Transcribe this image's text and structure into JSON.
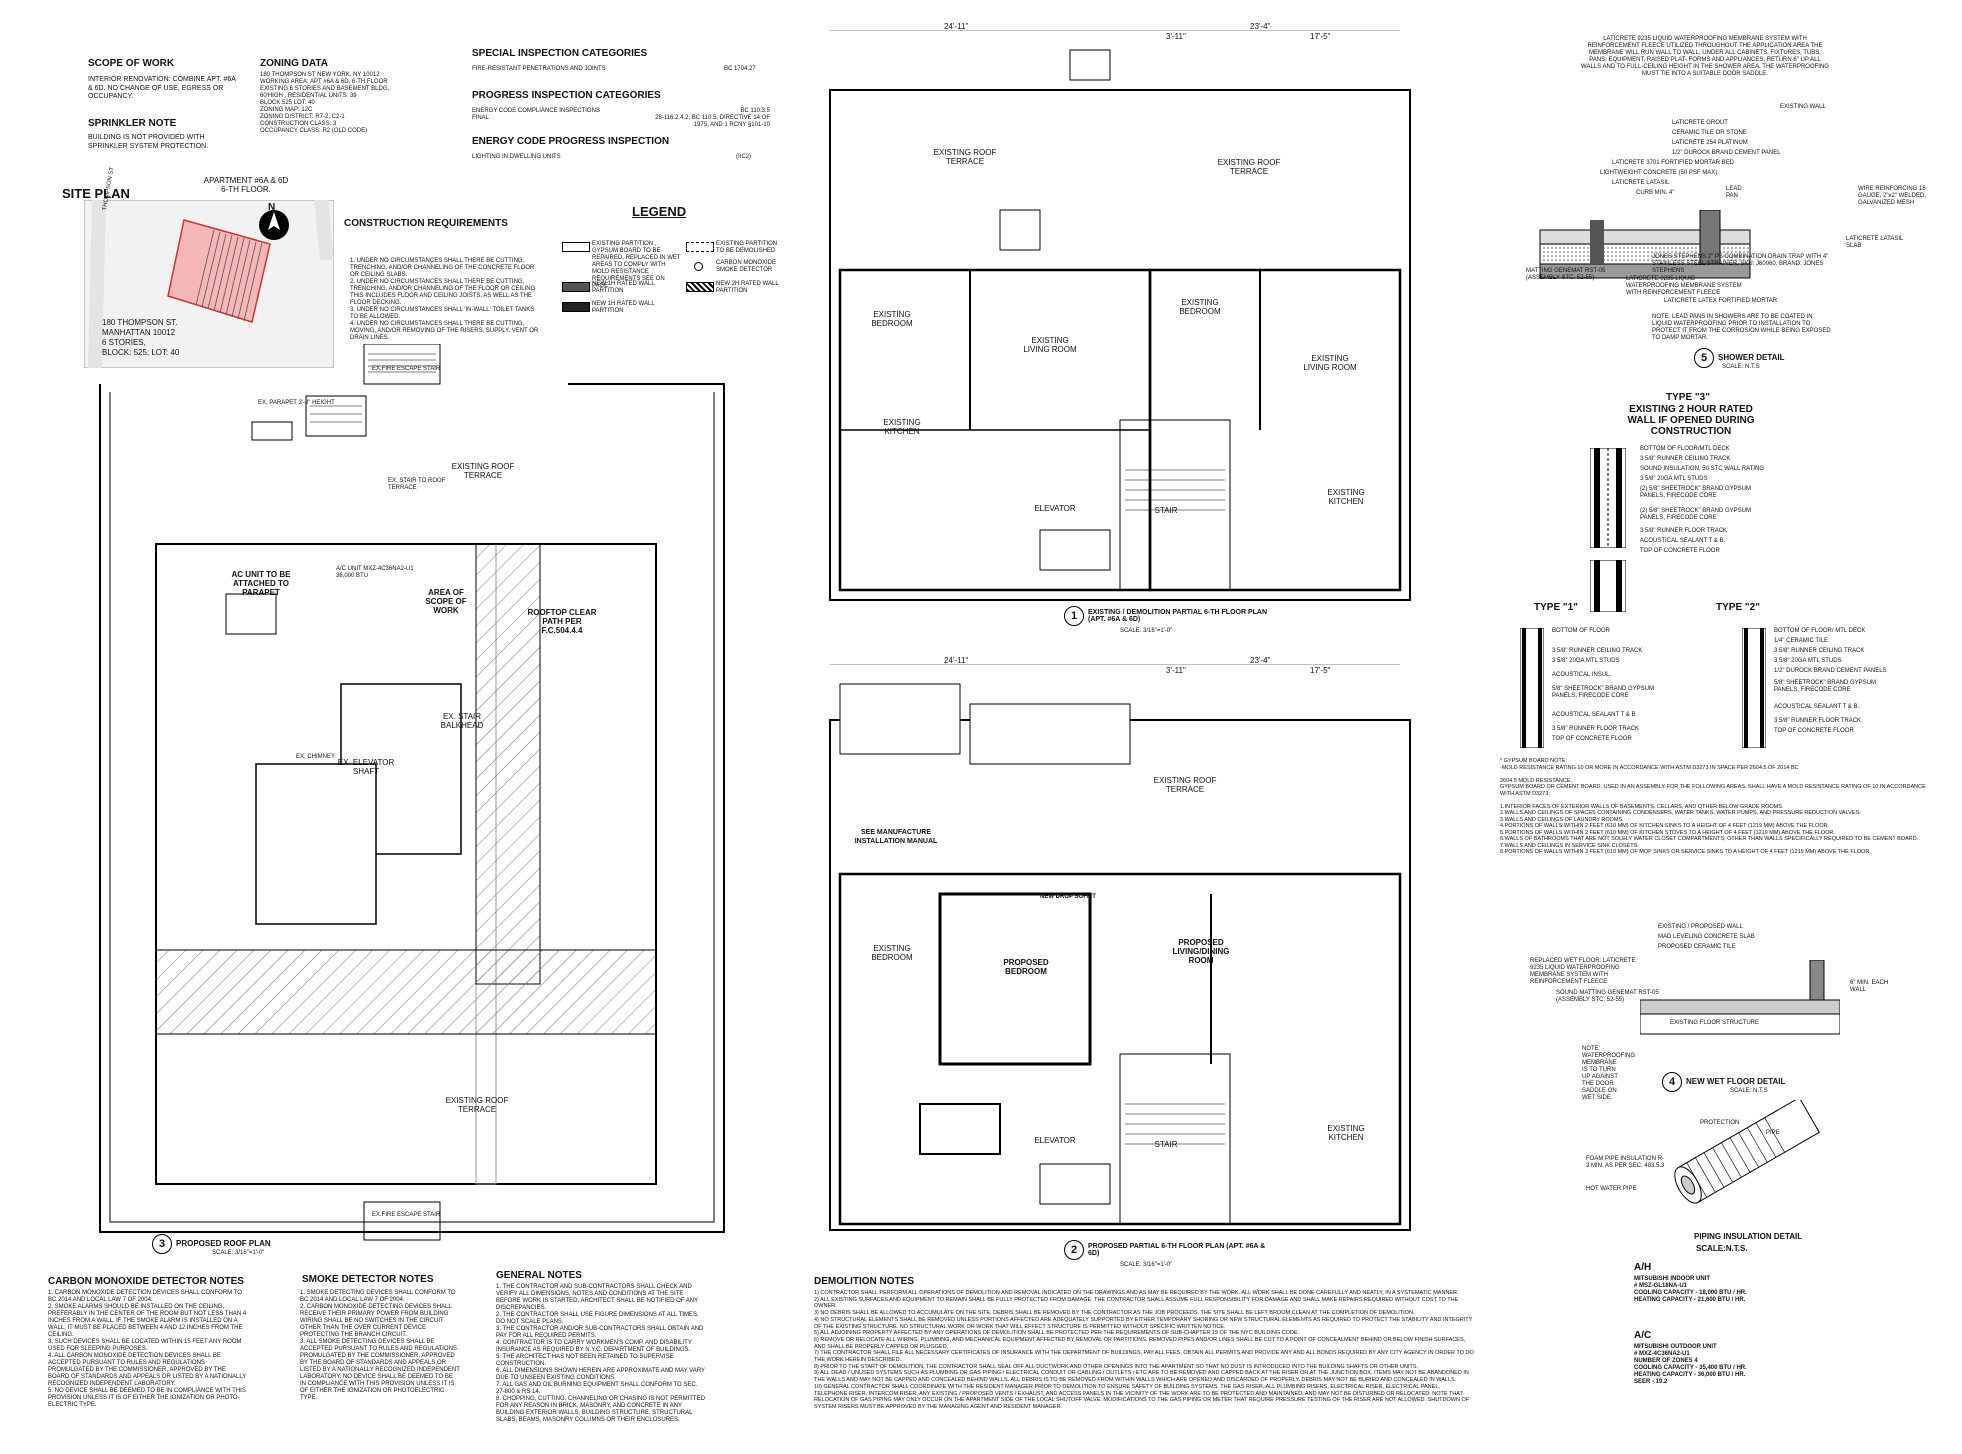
{
  "scope": {
    "title": "SCOPE OF WORK",
    "text": "INTERIOR RENOVATION: COMBINE APT. #6A & 6D. NO CHANGE OF USE, EGRESS OR OCCUPANCY.",
    "sprinkler_title": "SPRINKLER NOTE",
    "sprinkler_text": "BUILDING IS NOT PROVIDED WITH SPRINKLER SYSTEM PROTECTION."
  },
  "zoning": {
    "title": "ZONING DATA",
    "lines": "180 THOMPSON ST NEW YORK, NY 10012\nWORKING AREA: APT #6A & 6D, 6-TH FLOOR\nEXISTING 6 STORIES AND BASEMENT BLDG, 60'HIGH , RESIDENTIAL UNITS: 39\nBLOCK 525 LOT: 40\nZONING MAP: 12C\nZONING DISTRICT: R7-2, C2-1\nCONSTRUCTION CLASS: 3\nOCCUPANCY CLASS: R2 (OLD CODE)"
  },
  "special": {
    "title": "SPECIAL INSPECTION CATEGORIES",
    "item": "FIRE-RESISTANT PENETRATIONS AND JOINTS",
    "code": "BC 1704.27",
    "progress_title": "PROGRESS INSPECTION CATEGORIES",
    "progress_items": "ENERGY CODE COMPLIANCE INSPECTIONS\nFINAL",
    "progress_codes": "BC 110.3.5\n28-116.2.4.2, BC 110.5, DIRECTIVE 14 OF 1975, AND 1 RCNY §101-10",
    "energy_title": "ENERGY CODE PROGRESS INSPECTION",
    "energy_item": "LIGHTING IN DWELLING UNITS",
    "energy_code": "(IIC2)"
  },
  "site": {
    "title": "SITE PLAN",
    "apt": "APARTMENT #6A & 6D\n6-TH FLOOR.",
    "address": "180 THOMPSON ST.\nMANHATTAN 10012\n6 STORIES,\nBLOCK: 525; LOT: 40",
    "street": "THOMPSON ST",
    "north": "N"
  },
  "construction": {
    "title": "CONSTRUCTION REQUIREMENTS",
    "text": "1. UNDER NO CIRCUMSTANCES SHALL THERE BE CUTTING, TRENCHING, AND/OR CHANNELING OF THE CONCRETE FLOOR OR CEILING SLABS.\n2. UNDER NO CIRCUMSTANCES SHALL THERE BE CUTTING, TRENCHING, AND/OR CHANNELING OF THE FLOOR OR CEILING THIS INCLUDES FLOOR AND CEILING JOISTS, AS WELL AS THE FLOOR DECKING.\n3. UNDER NO CIRCUMSTANCES SHALL 'IN-WALL' TOILET TANKS TO BE ALLOWED.\n4. UNDER NO CIRCUMSTANCES SHALL THERE BE CUTTING, MOVING, AND/OR REMOVING OF THE RISERS, SUPPLY, VENT OR DRAIN LINES."
  },
  "legend": {
    "title": "LEGEND",
    "items": [
      "EXISTING PARTITION , GYPSUM BOARD TO BE REPAIRED, REPLACED IN WET AREAS TO COMPLY WITH MOLD RESISTANCE REQUIREMENTS SEE ON PAGE",
      "EXISTING PARTITION TO BE DEMOLISHED",
      "CARBON MONOXIDE SMOKE DETECTOR",
      "NEW 1H RATED WALL PARTITION",
      "NEW 2H RATED WALL PARTITION",
      "NEW 1H RATED WALL PARTITION"
    ]
  },
  "roof_plan": {
    "labels": [
      "EX.FIRE ESCAPE STAIR",
      "EX. PARAPET 3'-8\" HEIGHT",
      "EXISTING ROOF TERRACE",
      "EX. STAIR TO ROOF TERRACE",
      "A/C UNIT MXZ-4C36NA2-U1 36,000 BTU",
      "AC UNIT TO BE ATTACHED TO PARAPET",
      "AREA OF SCOPE OF WORK",
      "ROOFTOP CLEAR PATH PER F.C.504.4.4",
      "EX. STAIR BALKHEAD",
      "EX. CHIMNEY",
      "EX. ELEVATOR SHAFT",
      "EXISTING ROOF TERRACE",
      "EX.FIRE ESCAPE STAIR"
    ],
    "caption_num": "3",
    "caption": "PROPOSED ROOF PLAN",
    "scale": "SCALE: 3/16\"=1'-0\""
  },
  "plan1": {
    "caption_num": "1",
    "caption": "EXISTING / DEMOLITION PARTIAL 6-TH FLOOR PLAN (APT. #6A & 6D)",
    "scale": "SCALE: 3/16\"=1'-0\"",
    "dims": [
      "24'-11\"",
      "23'-4\"",
      "3'-11\"",
      "17'-5\""
    ],
    "rooms": [
      "EXISTING ROOF TERRACE",
      "EXISTING ROOF TERRACE",
      "EXISTING BEDROOM",
      "EXISTING LIVING ROOM",
      "EXISTING BEDROOM",
      "EXISTING LIVING ROOM",
      "EXISTING KITCHEN",
      "STAIR",
      "ELEVATOR",
      "EXISTING KITCHEN"
    ]
  },
  "plan2": {
    "caption_num": "2",
    "caption": "PROPOSED PARTIAL 6-TH FLOOR PLAN (APT. #6A & 6D)",
    "scale": "SCALE: 3/16\"=1'-0\"",
    "dims": [
      "24'-11\"",
      "23'-4\"",
      "3'-11\"",
      "17'-5\""
    ],
    "rooms": [
      "EXISTING ROOF TERRACE",
      "EXISTING BEDROOM",
      "PROPOSED BEDROOM",
      "PROPOSED LIVING/DINING ROOM",
      "STAIR",
      "ELEVATOR",
      "EXISTING KITCHEN"
    ],
    "note": "SEE MANUFACTURE INSTALLATION MANUAL",
    "soffit": "NEW DROP SOFFIT"
  },
  "shower": {
    "lines": "LATICRETE 9235 LIQUID WATERPROOFING MEMBRANE SYSTEM WITH REINFORCEMENT FLEECE UTILIZED THROUGHOUT THE APPLICATION AREA THE MEMBRANE WILL RUN WALL TO WALL, UNDER ALL CABINETS, FIXTURES, TUBS, PANS, EQUIPMENT, RAISED PLAT- FORMS AND APPLIANCES, RETURN 6\" UP ALL WALLS AND TO FULL-CEILING HEIGHT IN THE SHOWER AREA. THE WATERPROOFING MUST TIE INTO A SUITABLE DOOR SADDLE.",
    "labels": [
      "EXISTING WALL",
      "LATICRETE GROUT",
      "CERAMIC TILE OR STONE",
      "LATICRETE 254 PLATINUM",
      "1/2\" DUROCK BRAND CEMENT PANEL",
      "LATICRETE 3701 FORTIFIED MORTAR BED",
      "LIGHTWEIGHT CONCRETE (50 PSF MAX)",
      "LATICRETE LATASIL",
      "CURB MIN. 4\"",
      "LEAD PAN",
      "WIRE REINFORCING 16 GAUGE, 2\"x2\" WELDED, GALVANIZED MESH",
      "LATICRETE LATASIL SLAB",
      "JONES STEPHENS 2\" PS COMBINATION DRAIN TRAP WITH 4\" STAINLESS STEEL STRAINER, SKU: J60060, BRAND: JONES STEPHENS",
      "MATTING GENEMAT RST-05 (ASSEMBLY STC: 52-55)",
      "LATICRETE 9235 LIQUID WATERPROOFING MEMBRANE SYSTEM WITH REINFORCEMENT FLEECE",
      "LATICRETE LATEX FORTIFIED MORTAR"
    ],
    "note": "NOTE: LEAD PANS IN SHOWERS ARE TO BE COATED IN LIQUID WATERPROOFING PRIOR TO INSTALLATION TO PROTECT IT FROM THE CORROSION WHILE BEING EXPOSED TO DAMP MORTAR.",
    "caption_num": "5",
    "caption": "SHOWER DETAIL",
    "scale": "SCALE: N.T.S"
  },
  "walltypes": {
    "type3_title": "TYPE \"3\"",
    "type3_sub": "EXISTING 2 HOUR RATED WALL IF OPENED DURING CONSTRUCTION",
    "type3_items": [
      "BOTTOM OF FLOOR/MTL DECK",
      "3 5/8\" RUNNER CEILING TRACK",
      "SOUND INSULATION, 50 STC WALL RATING",
      "3 5/8\" 20GA MTL STUDS",
      "(2) 5/8\" SHEETROCK\" BRAND GYPSUM PANELS, FIRECODE CORE",
      "(2) 5/8\" SHEETROCK\" BRAND GYPSUM PANELS, FIRECODE CORE",
      "3 5/8\" RUNNER FLOOR TRACK",
      "ACOUSTICAL SEALANT T & B.",
      "TOP OF CONCRETE FLOOR"
    ],
    "type1_title": "TYPE \"1\"",
    "type1_items": [
      "BOTTOM OF FLOOR",
      "3 5/8\" RUNNER CEILING TRACK",
      "3 5/8\" 20GA MTL STUDS",
      "ACOUSTICAL INSUL.",
      "5/8\" SHEETROCK\" BRAND GYPSUM PANELS, FIRECODE CORE",
      "ACOUSTICAL SEALANT T & B.",
      "3 5/8\" RUNNER FLOOR TRACK",
      "TOP OF CONCRETE FLOOR"
    ],
    "type2_title": "TYPE \"2\"",
    "type2_items": [
      "BOTTOM OF FLOOR/ MTL DECK",
      "1/4\" CERAMIC TILE",
      "3 5/8\" RUNNER CEILING TRACK",
      "3 5/8\" 20GA MTL STUDS",
      "1/2\" DUROCK BRAND CEMENT PANELS",
      "5/8\" SHEETROCK\" BRAND GYPSUM PANELS, FIRECODE CORE",
      "ACOUSTICAL SEALANT T & B.",
      "3 5/8\" RUNNER FLOOR TRACK",
      "TOP OF CONCRETE FLOOR"
    ],
    "gypsum_note": "* GYPSUM BOARD NOTE:\n-MOLD RESISTANCE RATING 10 OR MORE IN ACCORDANCE WITH ASTM D3273 IN SPACE PER 2604.5 OF 2014 BC\n\n2604.5 MOLD RESISTANCE,\nGYPSUM BOARD OR CEMENT BOARD, USED IN AN ASSEMBLY FOR THE FOLLOWING AREAS, SHALL HAVE A MOLD RESISTANCE RATING OF 10 IN ACCORDANCE WITH ASTM D3273:\n\n1.INTERIOR FACES OF EXTERIOR WALLS OF BASEMENTS, CELLARS, AND OTHER BELOW GRADE ROOMS.\n2.WALLS AND CEILINGS OF SPACES CONTAINING CONDENSERS, WATER TANKS, WATER PUMPS, AND PRESSURE REDUCTION VALVES.\n3.WALLS AND CEILINGS OF LAUNDRY ROOMS.\n4.PORTIONS OF WALLS WITHIN 2 FEET (610 MM) OF KITCHEN SINKS TO A HEIGHT OF 4 FEET (1219 MM) ABOVE THE FLOOR.\n5.PORTIONS OF WALLS WITHIN 2 FEET (610 MM) OF KITCHEN STOVES TO A HEIGHT OF 4 FEET (1219 MM) ABOVE THE FLOOR.\n6.WALLS OF BATHROOMS THAT ARE NOT SOLELY WATER CLOSET COMPARTMENTS; OTHER THAN WALLS SPECIFICALLY REQUIRED TO BE CEMENT BOARD.\n7.WALLS AND CEILINGS IN SERVICE SINK CLOSETS.\n8.PORTIONS OF WALLS WITHIN 2 FEET (610 MM) OF MOP SINKS OR SERVICE SINKS TO A HEIGHT OF 4 FEET (1219 MM) ABOVE THE FLOOR."
  },
  "wetfloor": {
    "labels": [
      "EXISTING / PROPOSED WALL",
      "MAD LEVELING CONCRETE SLAB",
      "PROPOSED CERAMIC TILE",
      "REPLACED WET FLOOR: LATICRETE 9235 LIQUID WATERPROOFING MEMBRANE SYSTEM WITH REINFORCEMENT FLEECE",
      "SOUND MATTING GENEMAT RST-05 (ASSEMBLY STC: 52-55)",
      "EXISTING FLOOR STRUCTURE",
      "6\" MIN. EACH WALL"
    ],
    "note": "NOTE: WATERPROOFING MEMBRANE IS TO TURN UP AGAINST THE DOOR SADDLE ON WET SIDE.",
    "caption_num": "4",
    "caption": "NEW WET FLOOR DETAIL",
    "scale": "SCALE: N.T.S"
  },
  "pipe": {
    "labels": [
      "PROTECTION",
      "PIPE",
      "FOAM PIPE INSULATION R-3 MIN. AS PER SEC. 403.5.3",
      "HOT WATER PIPE"
    ],
    "caption": "PIPING INSULATION DETAIL",
    "scale": "SCALE:N.T.S."
  },
  "co_notes": {
    "title": "CARBON MONOXIDE DETECTOR NOTES",
    "text": "1. CARBON MONOXIDE DETECTION DEVICES SHALL CONFORM TO BC 2014 AND LOCAL LAW 7 OF 2004.\n2. SMOKE ALARMS SHOULD BE INSTALLED ON THE CEILING, PREFERABLY IN THE CENTER OF THE ROOM BUT NOT LESS THAN 4 INCHES FROM A WALL. IF THE SMOKE ALARM IS INSTALLED ON A WALL, IT MUST BE PLACED BETWEEN 4 AND 12 INCHES FROM THE CEILING.\n3. SUCH DEVICES SHALL BE LOCATED WITHIN 15 FEET ANY ROOM USED FOR SLEEPING PURPOSES.\n4. ALL CARBON MONOXIDE DETECTION DEVICES SHALL BE ACCEPTED PURSUANT TO RULES AND REGULATIONS PROMULGATED BY THE COMMISSIONER, APPROVED BY THE BOARD OF STANDARDS AND APPEALS OR LISTED BY A NATIONALLY RECOGNIZED INDEPENDENT LABORATORY.\n5. NO DEVICE SHALL BE DEEMED TO BE IN COMPLIANCE WITH THIS PROVISION UNLESS IT IS OF EITHER THE IONIZATION OR PHOTO-ELECTRIC TYPE."
  },
  "smoke_notes": {
    "title": "SMOKE DETECTOR NOTES",
    "text": "1. SMOKE DETECTING DEVICES SHALL CONFORM TO BC 2014 AND LOCAL LAW 7 OF 2004.\n2. CARBON MONOXIDE DETECTING DEVICES SHALL RECEIVE THEIR PRIMARY POWER FROM BUILDING WIRING SHALL BE NO SWITCHES IN THE CIRCUIT OTHER THAN THE OVER CURRENT DEVICE PROTECTING THE BRANCH CIRCUIT.\n3. ALL SMOKE DETECTING DEVICES SHALL BE ACCEPTED PURSUANT TO RULES AND REGULATIONS PROMULGATED BY THE COMMISSIONER, APPROVED BY THE BOARD OF STANDARDS AND APPEALS OR LISTED BY A NATIONALLY RECOGNIZED INDEPENDENT LABORATORY. NO DEVICE SHALL BE DEEMED TO BE IN COMPLIANCE WITH THIS PROVISION UNLESS IT IS OF EITHER THE IONIZATION OR PHOTOELECTRIC TYPE."
  },
  "general_notes": {
    "title": "GENERAL NOTES",
    "text": "1. THE CONTRACTOR AND SUB-CONTRACTORS SHALL CHECK AND VERIFY ALL DIMENSIONS, NOTES AND CONDITIONS AT THE SITE BEFORE WORK IS STARTED, ARCHITECT SHALL BE NOTIFIED OF ANY DISCREPANCIES.\n2. THE CONTRACTOR SHALL USE FIGURE DIMENSIONS AT ALL TIMES, DO NOT SCALE PLANS.\n3. THE CONTRACTOR AND/OR SUB-CONTRACTORS SHALL OBTAIN AND PAY FOR ALL REQUIRED PERMITS.\n4. CONTRACTOR IS TO CARRY WORKMEN'S COMP. AND DISABILITY INSURANCE AS REQUIRED BY N.Y.C. DEPARTMENT OF BUILDINGS.\n5. THE ARCHITECT HAS NOT BEEN RETAINED TO SUPERVISE CONSTRUCTION.\n6. ALL DIMENSIONS SHOWN HEREIN ARE APPROXIMATE AND MAY VARY DUE TO UNSEEN EXISTING CONDITIONS.\n7. ALL GAS AND OIL BURNING EQUIPMENT SHALL CONFORM TO SEC. 27-800 & RS 14.\n8. CHOPPING, CUTTING, CHANNELING OR CHASING IS NOT PERMITTED FOR ANY REASON IN BRICK, MASONRY, AND CONCRETE IN ANY BUILDING EXTERIOR WALLS, BUILDING STRUCTURE, STRUCTURAL SLABS, BEAMS, MASONRY COLUMNS OR THEIR ENCLOSURES."
  },
  "demo_notes": {
    "title": "DEMOLITION NOTES",
    "text": "1) CONTRACTOR SHALL PERFORM ALL OPERATIONS OF DEMOLITION AND REMOVAL INDICATED ON THE DRAWINGS AND AS MAY BE REQUIRED BY THE WORK. ALL WORK SHALL BE DONE CAREFULLY AND NEATLY, IN A SYSTEMATIC MANNER.\n2) ALL EXISTING SURFACES AND EQUIPMENT TO REMAIN SHALL BE FULLY PROTECTED FROM DAMAGE. THE CONTRACTOR SHALL ASSUME FULL RESPONSIBILITY FOR DAMAGE AND SHALL MAKE REPAIRS REQUIRED WITHOUT COST TO THE OWNER.\n3) NO DEBRIS SHALL BE ALLOWED TO ACCUMULATE ON THE SITE. DEBRIS SHALL BE REMOVED BY THE CONTRACTOR AS THE JOB PROCEEDS. THE SITE SHALL BE LEFT BROOM CLEAN AT THE COMPLETION OF DEMOLITION.\n4) NO STRUCTURAL ELEMENTS SHALL BE REMOVED UNLESS PORTIONS AFFECTED ARE ADEQUATELY SUPPORTED BY EITHER TEMPORARY SHORING OR NEW STRUCTURAL ELEMENTS AS REQUIRED TO PROTECT THE STABILITY AND INTEGRITY OF THE EXISTING STRUCTURE. NO STRUCTURAL WORK OR WORK THAT WILL EFFECT STRUCTURE IS PERMITTED WITHOUT SPECIFIC WRITTEN NOTICE.\n5) ALL ADJOINING PROPERTY AFFECTED BY ANY OPERATIONS OF DEMOLITION SHALL BE PROTECTED PER THE REQUIREMENTS OF SUB-CHAPTER 19 OF THE NYC BUILDING CODE.\n6) REMOVE OR RELOCATE ALL WIRING, PLUMBING, AND MECHANICAL EQUIPMENT AFFECTED BY REMOVAL OR PARTITIONS. REMOVED PIPES AND/OR LINES SHALL BE CUT TO A POINT OF CONCEALMENT BEHIND OR BELOW FINISH SURFACES, AND SHALL BE PROPERLY CAPPED OR PLUGGED.\n7) THE CONTRACTOR SHALL FILE ALL NECESSARY CERTIFICATES OF INSURANCE WITH THE DEPARTMENT OF BUILDINGS, PAY ALL FEES, OBTAIN ALL PERMITS AND PROVIDE ANY AND ALL BONDS REQUIRED BY ANY CITY AGENCY IN ORDER TO DO THE WORK HEREIN DESCRIBED.\n8) PRIOR TO THE START OF DEMOLITION, THE CONTRACTOR SHALL SEAL OFF ALL DUCTWORK AND OTHER OPENINGS INTO THE APARTMENT SO THAT NO DUST IS INTRODUCED INTO THE BUILDING SHAFTS OR OTHER UNITS.\n9) ALL DEAD / UNUSED SYSTEMS SUCH AS PLUMBING OR GAS PIPING / ELECTRICAL CONDUIT OR CABLING / OUTLETS / ETC ARE TO BE REMOVED AND CAPPED BACK AT THE RISER OR AT THE JUNCTION BOX. ITEMS MAY NOT BE ABANDONED IN THE WALLS AND MAY NOT BE CAPPED AND CONCEALED BEHIND WALLS. ALL DEBRIS IS TO BE REMOVED FROM WITHIN WALLS WHICH ARE OPENED AND DISCARDED OF PROPERLY. DEBRIS MAY NOT BE BURIED AND CONCEALED IN WALLS.\n10) GENERAL CONTRACTOR SHALL COORDINATE WITH THE RESIDENT MANAGER PRIOR TO DEMOLITION TO ENSURE SAFETY OF BUILDING SYSTEMS. THE GAS RISER, ALL PLUMBING RISERS, ELECTRICAL RISER, ELECTRICAL PANEL, TELEPHONE RISER, INTERCOM RISER, ANY EXISTING / PROPOSED VENTS / EXHAUST, AND ACCESS PANELS IN THE VICINITY OF THE WORK ARE TO BE PROTECTED AND MAINTAINED, AND MAY NOT BE DISTURBED OR RELOCATED. NOTE THAT RELOCATION OF GAS PIPING MAY ONLY OCCUR ON THE APARTMENT SIDE OF THE LOCAL SHUTOFF VALVE. MODIFICATIONS TO THE GAS PIPING OR METER THAT REQUIRE PRESSURE TESTING OF THE RISER ARE NOT ALLOWED. SHUTDOWN OF SYSTEM RISERS MUST BE APPROVED BY THE MANAGING AGENT AND RESIDENT MANAGER."
  },
  "ah": {
    "title": "A/H",
    "text": "MITSUBISHI INDOOR UNIT\n# MSZ-GL18NA-U1\nCOOLING CAPACITY - 18,000 BTU / HR.\nHEATING CAPACITY - 21,600 BTU / HR."
  },
  "ac": {
    "title": "A/C",
    "text": "MITSUBISHI OUTDOOR UNIT\n# MXZ-4C36NA2-U1\nNUMBER OF ZONES 4\nCOOLING CAPACITY - 35,400 BTU / HR.\nHEATING CAPACITY - 36,000 BTU / HR.\nSEER - 19.2"
  }
}
